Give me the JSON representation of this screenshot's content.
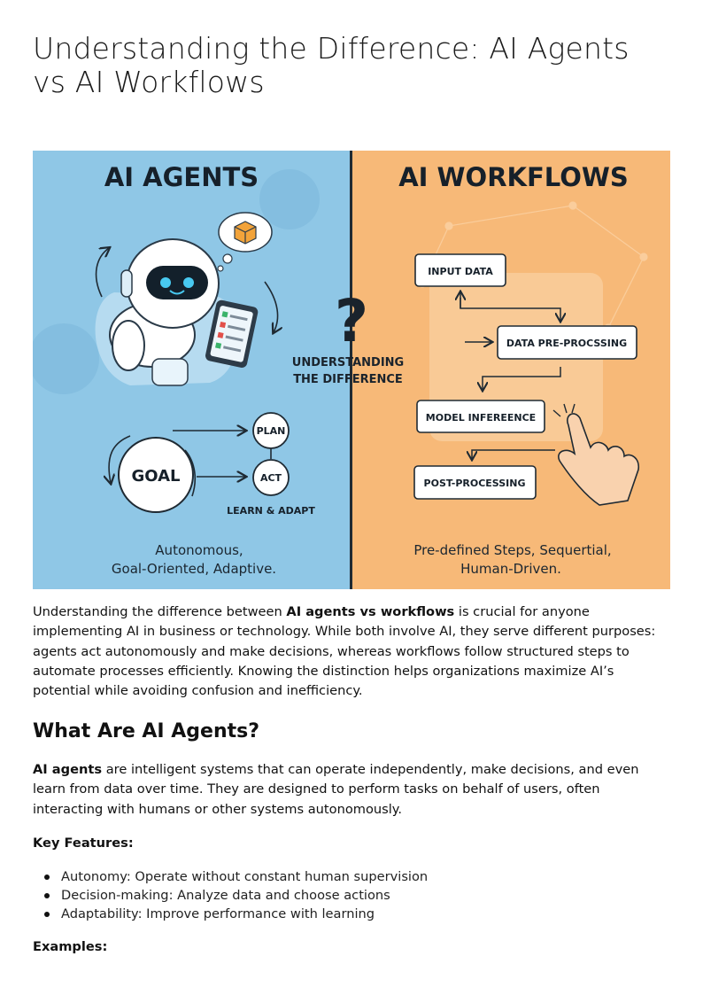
{
  "title": "Understanding the Difference: AI Agents vs AI Workflows",
  "infographic": {
    "left_heading": "AI AGENTS",
    "right_heading": "AI WORKFLOWS",
    "center_mark": "?",
    "center_line1": "UNDERSTANDING",
    "center_line2": "THE DIFFERENCE",
    "goal": "GOAL",
    "plan": "PLAN",
    "act": "ACT",
    "learn": "LEARN & ADAPT",
    "left_caption1": "Autonomous,",
    "left_caption2": "Goal-Oriented, Adaptive.",
    "steps": [
      "INPUT DATA",
      "DATA PRE-PROCSSING",
      "MODEL INFEREENCE",
      "POST-PROCESSING"
    ],
    "right_caption1": "Pre-defined Steps, Sequertial,",
    "right_caption2": "Human-Driven.",
    "colors": {
      "left_bg": "#8fc7e6",
      "right_bg": "#f7b978",
      "divider": "#1f2a33"
    }
  },
  "intro": {
    "before": "Understanding the difference between ",
    "bold": "AI agents vs workflows",
    "after": " is crucial for anyone implementing AI in business or technology. While both involve AI, they serve different purposes: agents act autonomously and make decisions, whereas workflows follow structured steps to automate processes efficiently. Knowing the distinction helps organizations maximize AI’s potential while avoiding confusion and inefficiency."
  },
  "section": {
    "heading": "What Are AI Agents?",
    "para_bold": "AI agents",
    "para_rest": " are intelligent systems that can operate independently, make decisions, and even learn from data over time. They are designed to perform tasks on behalf of users, often interacting with humans or other systems autonomously.",
    "features_label": "Key Features:",
    "features": [
      "Autonomy: Operate without constant human supervision",
      "Decision-making: Analyze data and choose actions",
      "Adaptability: Improve performance with learning"
    ],
    "examples_label": "Examples:"
  }
}
